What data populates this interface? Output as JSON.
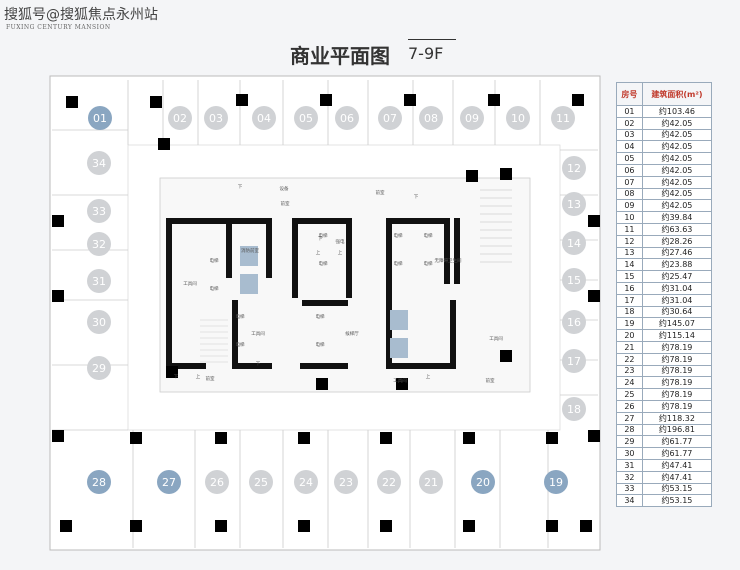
{
  "watermark": "搜狐号@搜狐焦点永州站",
  "brand_sub": "FUXING CENTURY MANSION",
  "title": "商业平面图",
  "subtitle": "7-9F",
  "table": {
    "col_room": "房号",
    "col_area": "建筑面积(m²)",
    "rows": [
      {
        "room": "01",
        "area": "约103.46"
      },
      {
        "room": "02",
        "area": "约42.05"
      },
      {
        "room": "03",
        "area": "约42.05"
      },
      {
        "room": "04",
        "area": "约42.05"
      },
      {
        "room": "05",
        "area": "约42.05"
      },
      {
        "room": "06",
        "area": "约42.05"
      },
      {
        "room": "07",
        "area": "约42.05"
      },
      {
        "room": "08",
        "area": "约42.05"
      },
      {
        "room": "09",
        "area": "约42.05"
      },
      {
        "room": "10",
        "area": "约39.84"
      },
      {
        "room": "11",
        "area": "约63.63"
      },
      {
        "room": "12",
        "area": "约28.26"
      },
      {
        "room": "13",
        "area": "约27.46"
      },
      {
        "room": "14",
        "area": "约23.88"
      },
      {
        "room": "15",
        "area": "约25.47"
      },
      {
        "room": "16",
        "area": "约31.04"
      },
      {
        "room": "17",
        "area": "约31.04"
      },
      {
        "room": "18",
        "area": "约30.64"
      },
      {
        "room": "19",
        "area": "约145.07"
      },
      {
        "room": "20",
        "area": "约115.14"
      },
      {
        "room": "21",
        "area": "约78.19"
      },
      {
        "room": "22",
        "area": "约78.19"
      },
      {
        "room": "23",
        "area": "约78.19"
      },
      {
        "room": "24",
        "area": "约78.19"
      },
      {
        "room": "25",
        "area": "约78.19"
      },
      {
        "room": "26",
        "area": "约78.19"
      },
      {
        "room": "27",
        "area": "约118.32"
      },
      {
        "room": "28",
        "area": "约196.81"
      },
      {
        "room": "29",
        "area": "约61.77"
      },
      {
        "room": "30",
        "area": "约61.77"
      },
      {
        "room": "31",
        "area": "约47.41"
      },
      {
        "room": "32",
        "area": "约47.41"
      },
      {
        "room": "33",
        "area": "约53.15"
      },
      {
        "room": "34",
        "area": "约53.15"
      }
    ]
  },
  "units": {
    "top": [
      "01",
      "02",
      "03",
      "04",
      "05",
      "06",
      "07",
      "08",
      "09",
      "10",
      "11"
    ],
    "right": [
      "12",
      "13",
      "14",
      "15",
      "16",
      "17",
      "18"
    ],
    "bottom": [
      "28",
      "27",
      "26",
      "25",
      "24",
      "23",
      "22",
      "21",
      "20",
      "19"
    ],
    "left": [
      "34",
      "33",
      "32",
      "31",
      "30",
      "29"
    ],
    "highlighted": [
      "01",
      "27",
      "28",
      "20",
      "19"
    ]
  },
  "rooms_labels": {
    "elevator": "电梯",
    "utility": "工具间",
    "equip": "设备",
    "hall": "候梯厅",
    "strong": "强电",
    "weak": "弱电",
    "acc": "无障碍卫生间",
    "down": "下",
    "up": "上",
    "front": "前室",
    "fire": "消防前室",
    "hall2": "卫生间"
  },
  "colors": {
    "highlight": "#8aa6c1",
    "bubble": "#d0d2d5",
    "table_header": "#c0392b",
    "elevator_blue": "#a8bccf"
  }
}
